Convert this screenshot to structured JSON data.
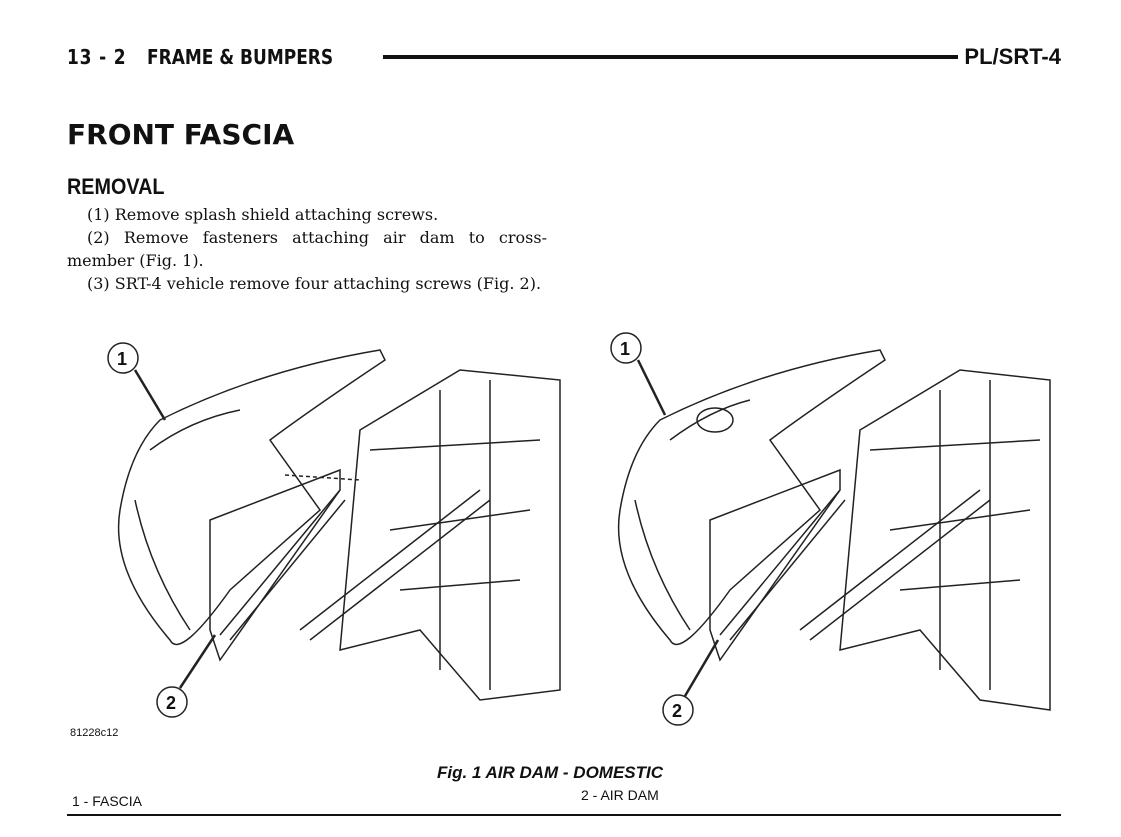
{
  "header": {
    "page": "13 - 2",
    "section": "FRAME & BUMPERS",
    "model": "PL/SRT-4"
  },
  "title": "FRONT FASCIA",
  "subtitle": "REMOVAL",
  "steps": [
    "(1) Remove splash shield attaching screws.",
    "(2) Remove fasteners attaching air dam to cross-member (Fig. 1).",
    "(3) SRT-4 vehicle remove four attaching screws (Fig. 2)."
  ],
  "figure": {
    "code": "81228c12",
    "caption": "Fig. 1 AIR DAM - DOMESTIC",
    "callouts": [
      "1",
      "2"
    ],
    "legend": [
      "1 - FASCIA",
      "2 - AIR DAM"
    ]
  }
}
